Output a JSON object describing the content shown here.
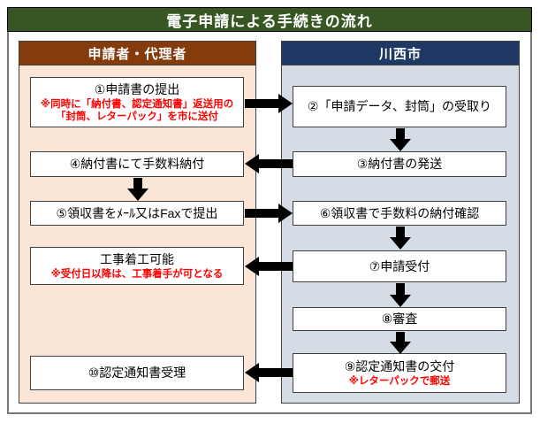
{
  "title": "電子申請による手続きの流れ",
  "left_column": {
    "header": "申請者・代理者",
    "boxes": [
      {
        "main": "①申請書の提出",
        "note": "※同時に「納付書、認定通知書」返送用の\n「封筒、レターパック」を市に送付"
      },
      {
        "main": "④納付書にて手数料納付",
        "note": ""
      },
      {
        "main": "⑤領収書をﾒｰﾙ又はFaxで提出",
        "note": ""
      },
      {
        "main": "工事着工可能",
        "note": "※受付日以降は、工事着手が可となる"
      },
      {
        "main": "⑩認定通知書受理",
        "note": ""
      }
    ]
  },
  "right_column": {
    "header": "川西市",
    "boxes": [
      {
        "main": "②「申請データ、封筒」の受取り",
        "note": ""
      },
      {
        "main": "③納付書の発送",
        "note": ""
      },
      {
        "main": "⑥領収書で手数料の納付確認",
        "note": ""
      },
      {
        "main": "⑦申請受付",
        "note": ""
      },
      {
        "main": "⑧審査",
        "note": ""
      },
      {
        "main": "⑨認定通知書の交付",
        "note": "※レターパックで郵送"
      }
    ]
  },
  "colors": {
    "title_bg": "#375623",
    "left_header_bg": "#843C0C",
    "right_header_bg": "#1F3864",
    "left_panel_bg": "#FBE5D6",
    "right_panel_bg": "#D6DCE5",
    "note_text": "#FF0000",
    "arrow": "#000000",
    "box_border": "#404040"
  }
}
